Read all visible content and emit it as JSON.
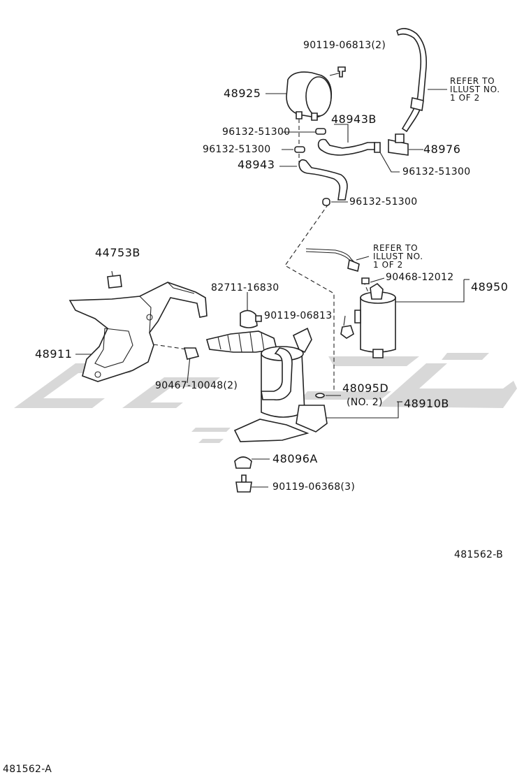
{
  "labels": {
    "p90119_06813_2": "90119-06813(2)",
    "p48925": "48925",
    "p48943B": "48943B",
    "p96132_51300_a": "96132-51300",
    "p96132_51300_b": "96132-51300",
    "p48943": "48943",
    "p48976": "48976",
    "p96132_51300_c": "96132-51300",
    "p96132_51300_d": "96132-51300",
    "p44753B": "44753B",
    "p82711_16830": "82711-16830",
    "p90468_12012": "90468-12012",
    "p48950": "48950",
    "p90119_06813": "90119-06813",
    "p48911": "48911",
    "p90467_10048_2": "90467-10048(2)",
    "p48095D": "48095D",
    "pNo2": "(NO. 2)",
    "p48910B": "48910B",
    "p48096A": "48096A",
    "p90119_06368_3": "90119-06368(3)"
  },
  "refer_top": {
    "line1": "REFER TO",
    "line2": "ILLUST NO.",
    "line3": "1 OF 2"
  },
  "refer_mid": {
    "line1": "REFER TO",
    "line2": "ILLUST NO.",
    "line3": "1 OF 2"
  },
  "figure_ids": {
    "b": "481562-B",
    "a": "481562-A"
  },
  "watermark": {
    "color": "#d8d8d8"
  }
}
